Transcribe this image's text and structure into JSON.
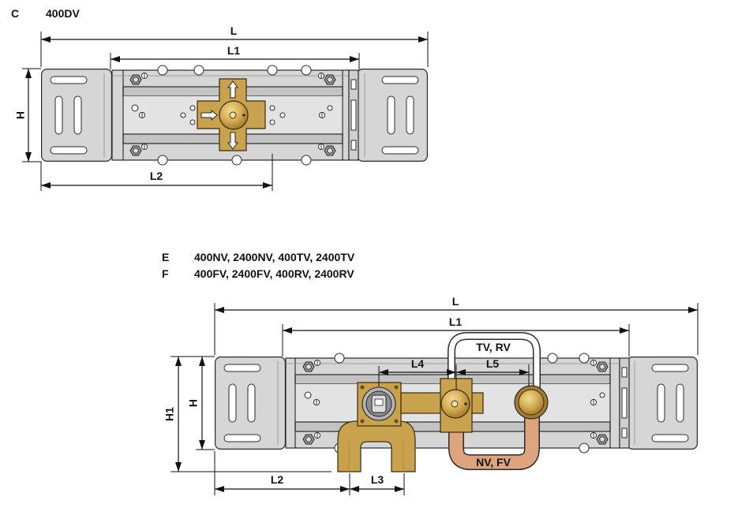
{
  "section_c": {
    "letter": "C",
    "models": "400DV"
  },
  "top_diagram": {
    "dim_l": "L",
    "dim_l1": "L1",
    "dim_h": "H",
    "dim_l2": "L2"
  },
  "section_e": {
    "letter": "E",
    "models": "400NV, 2400NV, 400TV, 2400TV"
  },
  "section_f": {
    "letter": "F",
    "models": "400FV, 2400FV, 400RV, 2400RV"
  },
  "bottom_diagram": {
    "dim_l": "L",
    "dim_l1": "L1",
    "pipe_top_label": "TV, RV",
    "dim_l4": "L4",
    "dim_l5": "L5",
    "dim_h1": "H1",
    "dim_h": "H",
    "pipe_bottom_label": "NV, FV",
    "dim_l2": "L2",
    "dim_l3": "L3"
  },
  "colors": {
    "rail": "#d6d6d6",
    "brass": "#c9a24d",
    "copper": "#dea47e",
    "line": "#111111"
  }
}
